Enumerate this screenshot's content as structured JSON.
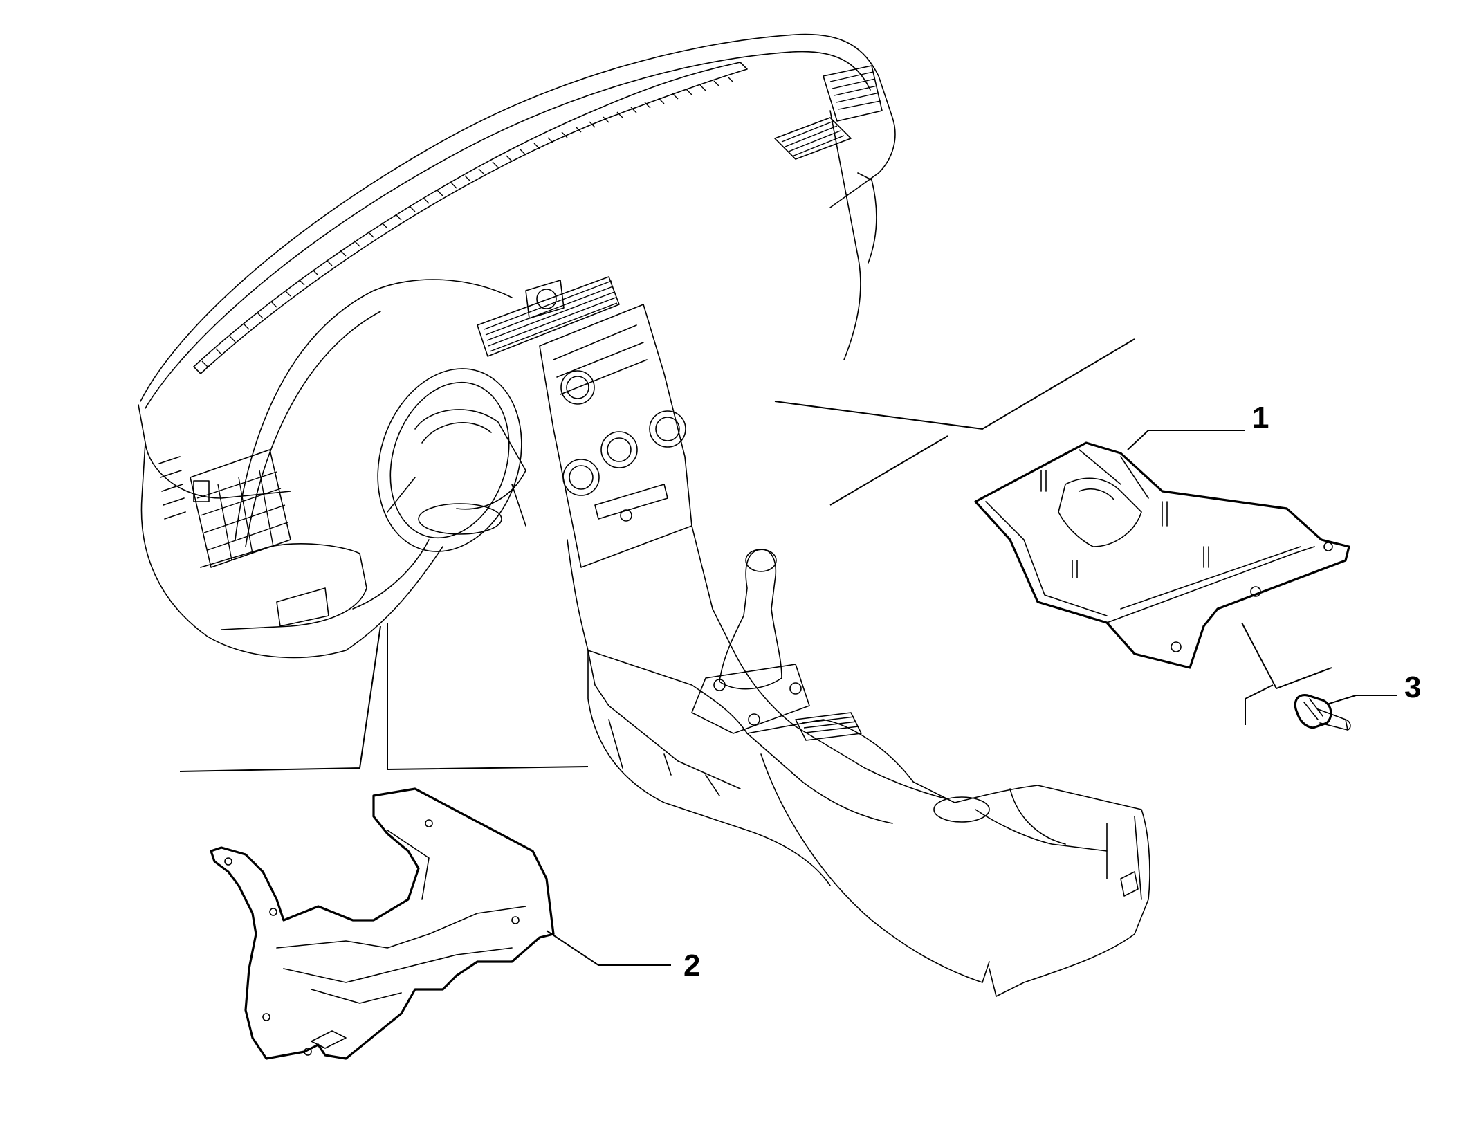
{
  "diagram": {
    "type": "exploded-parts-view",
    "background": "#ffffff",
    "line_color": "#000000",
    "callouts": [
      {
        "id": "callout-1",
        "label": "1",
        "part": "right-floor-panel"
      },
      {
        "id": "callout-2",
        "label": "2",
        "part": "left-floor-panel"
      },
      {
        "id": "callout-3",
        "label": "3",
        "part": "fastener-clip"
      }
    ]
  }
}
